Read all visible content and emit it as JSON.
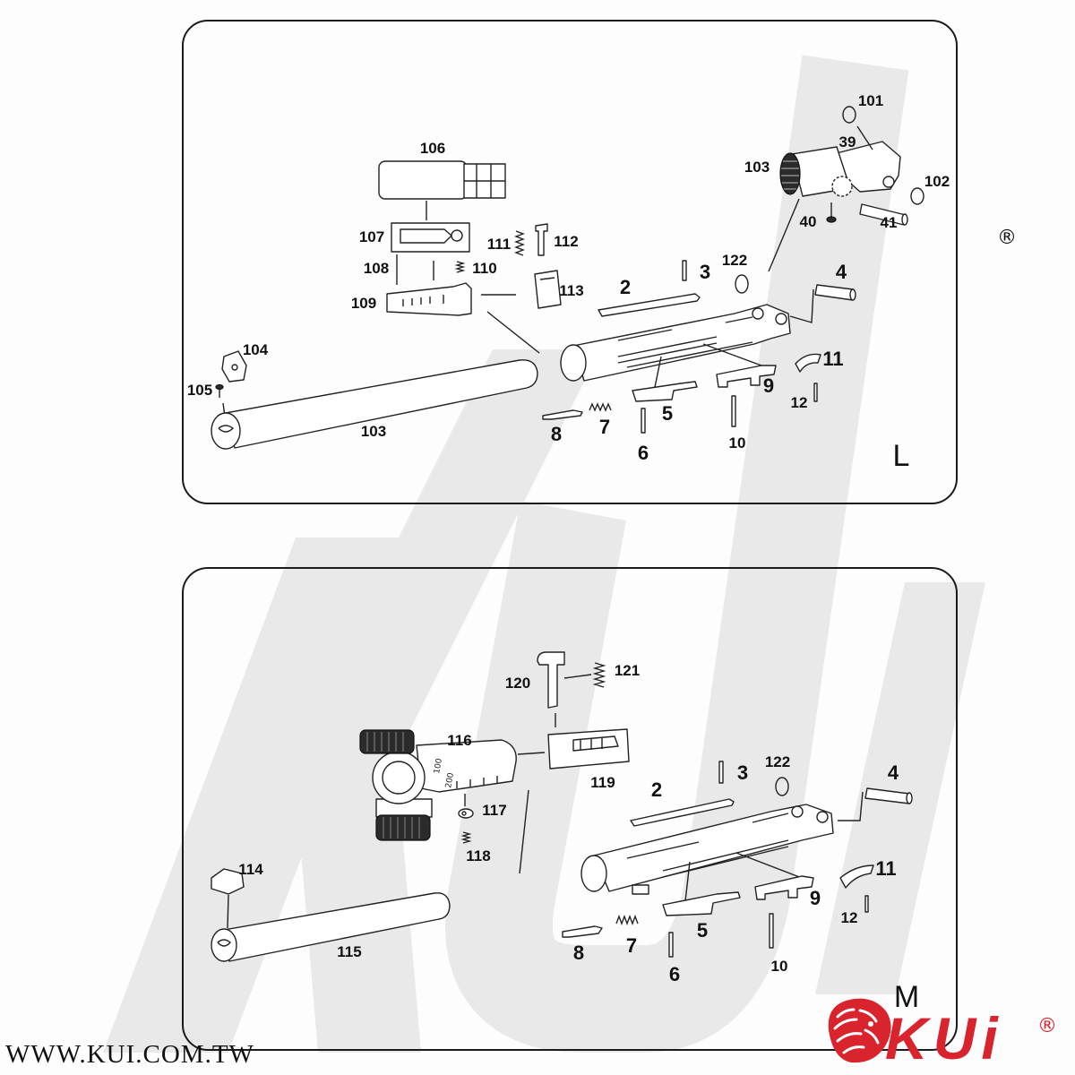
{
  "watermark": {
    "text": "KUi"
  },
  "colors": {
    "line": "#222222",
    "watermark": "#e9e9e9",
    "brand_red": "#d9232d"
  },
  "registered_mark": "®",
  "top_panel": {
    "view_letter": "L",
    "labels": [
      "106",
      "107",
      "108",
      "110",
      "109",
      "111",
      "112",
      "113",
      "101",
      "39",
      "103",
      "102",
      "40",
      "41",
      "122",
      "3",
      "2",
      "4",
      "104",
      "105",
      "103",
      "11",
      "9",
      "12",
      "5",
      "7",
      "8",
      "6",
      "10"
    ]
  },
  "bottom_panel": {
    "view_letter": "M",
    "scale_marks": [
      "100",
      "200"
    ],
    "labels": [
      "120",
      "121",
      "116",
      "119",
      "2",
      "3",
      "122",
      "4",
      "117",
      "118",
      "114",
      "11",
      "9",
      "12",
      "5",
      "7",
      "8",
      "6",
      "10",
      "115"
    ]
  },
  "footer": {
    "website": "WWW.KUI.COM.TW",
    "logo": {
      "text": "KUi",
      "registered": "®"
    }
  }
}
